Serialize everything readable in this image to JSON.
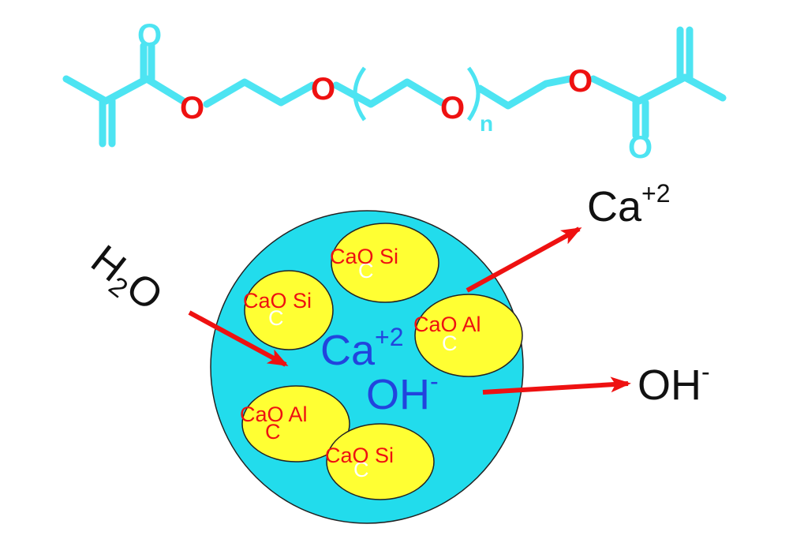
{
  "molecule": {
    "oxygen_label": "O",
    "repeat_subscript": "n"
  },
  "particle": {
    "grains": [
      {
        "label": "CaO Si",
        "inner": "C"
      },
      {
        "label": "CaO Si",
        "inner": "C"
      },
      {
        "label": "CaO Al",
        "inner": "C"
      },
      {
        "label": "CaO Al",
        "inner": "C"
      },
      {
        "label": "CaO Si",
        "inner": "C"
      }
    ],
    "calcium_ion": {
      "symbol": "Ca",
      "charge": "+2"
    },
    "hydroxide_ion": {
      "symbol": "OH",
      "charge": "-"
    }
  },
  "water": {
    "h": "H",
    "sub": "2",
    "o": "O"
  },
  "released_calcium": {
    "symbol": "Ca",
    "charge": "+2"
  },
  "released_hydroxide": {
    "symbol": "OH",
    "charge": "-"
  },
  "colors": {
    "bond": "#4de4f2",
    "oxygen": "#ee1111",
    "particle_fill": "#22dcec",
    "grain_fill": "#ffff33",
    "grain_text": "#ee1111",
    "inner_text": "#ffffff",
    "ion_inside": "#2244dd",
    "ion_outside": "#111111",
    "arrow": "#ee1111"
  }
}
